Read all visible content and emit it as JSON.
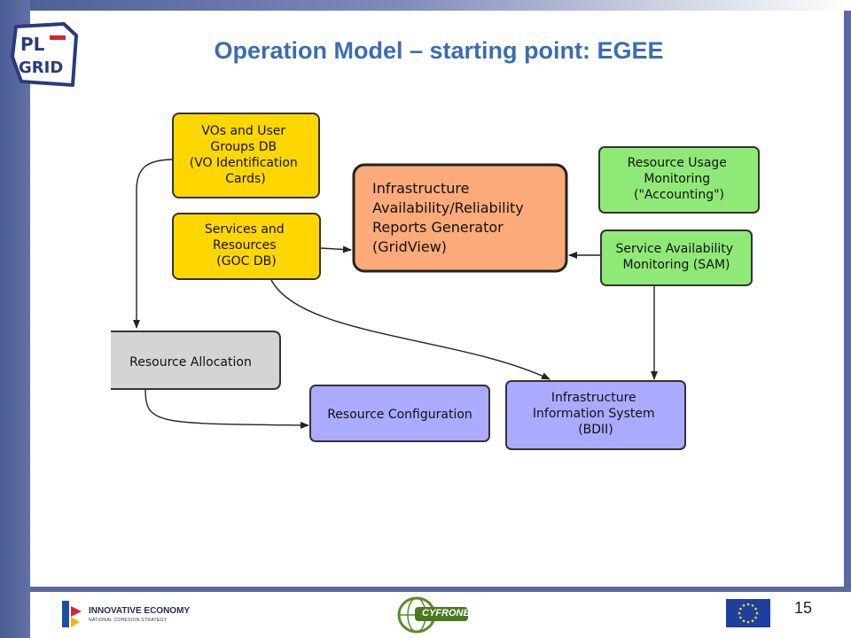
{
  "slide": {
    "title": "Operation Model – starting point: EGEE",
    "number": "15"
  },
  "logos": {
    "plgrid_line1": "PL",
    "plgrid_line2": "GRID",
    "innovative_economy": "INNOVATIVE ECONOMY",
    "innovative_economy_sub": "NATIONAL COHESION STRATEGY",
    "cyfronet": "CYFRONET"
  },
  "colors": {
    "yellow_box": "#ffd700",
    "orange_box": "#fbaa79",
    "green_box": "#8fe977",
    "purple_box": "#aaaaff",
    "gray_box": "#d4d4d4",
    "title_blue": "#3b6db0",
    "frame_blue": "#5a6aa0"
  },
  "diagram": {
    "boxes": {
      "vos_db": [
        "VOs and User",
        "Groups DB",
        "(VO Identification",
        "Cards)"
      ],
      "services_resources": [
        "Services and",
        "Resources",
        "(GOC DB)"
      ],
      "gridview": [
        "Infrastructure",
        "Availability/Reliability",
        "Reports Generator",
        "(GridView)"
      ],
      "accounting": [
        "Resource Usage",
        "Monitoring",
        "(\"Accounting\")"
      ],
      "sam": [
        "Service Availability",
        "Monitoring (SAM)"
      ],
      "resource_allocation": [
        "Resource Allocation"
      ],
      "resource_configuration": [
        "Resource Configuration"
      ],
      "bdii": [
        "Infrastructure",
        "Information System",
        "(BDII)"
      ]
    }
  }
}
